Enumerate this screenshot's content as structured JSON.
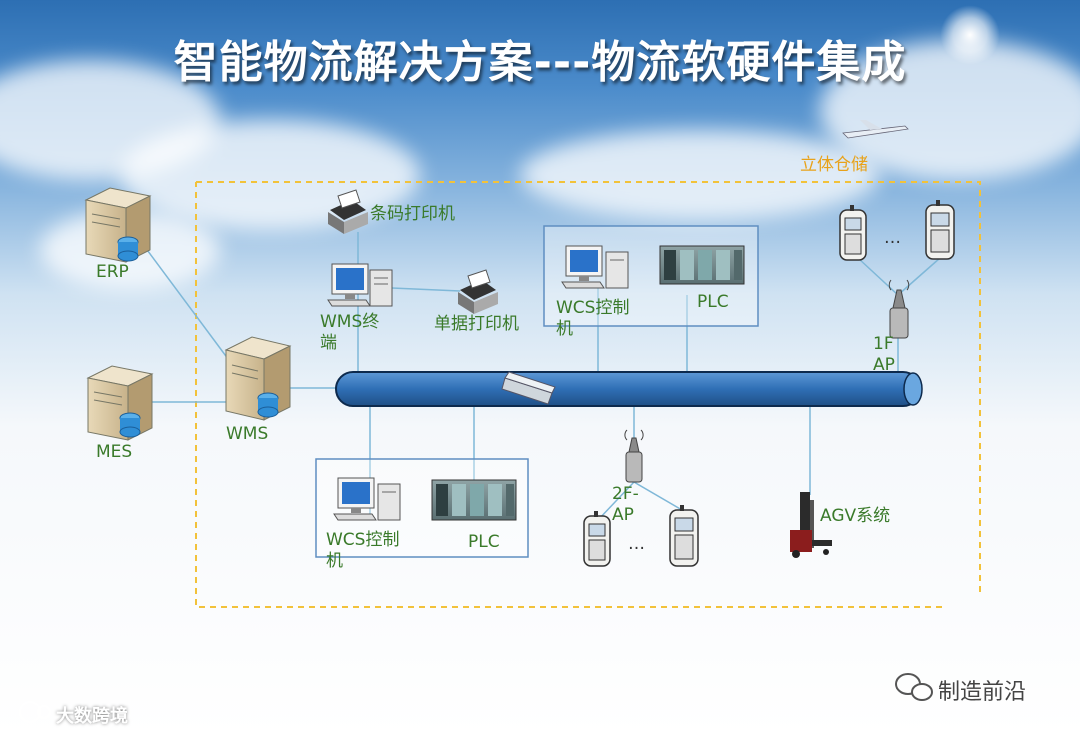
{
  "title": "智能物流解决方案---物流软硬件集成",
  "labels": {
    "storage": "立体仓储",
    "erp": "ERP",
    "mes": "MES",
    "wms": "WMS",
    "barcode_printer": "条码打印机",
    "wms_terminal": "WMS终\n端",
    "doc_printer": "单据打印机",
    "wcs_top": "WCS控制\n机",
    "plc_top": "PLC",
    "ap_1f": "1F\nAP",
    "ap_2f": "2F-\nAP",
    "ellipsis": "…",
    "wcs_bottom": "WCS控制\n机",
    "plc_bottom": "PLC",
    "agv": "AGV系统"
  },
  "watermark_left": "大数跨境",
  "watermark_right": "制造前沿",
  "colors": {
    "bus_fill": "#2f6fb5",
    "dashed_border": "#f2c23a",
    "label_green": "#3a7a2a",
    "label_orange": "#e8a21a",
    "connector_line": "#7fb8d8"
  }
}
